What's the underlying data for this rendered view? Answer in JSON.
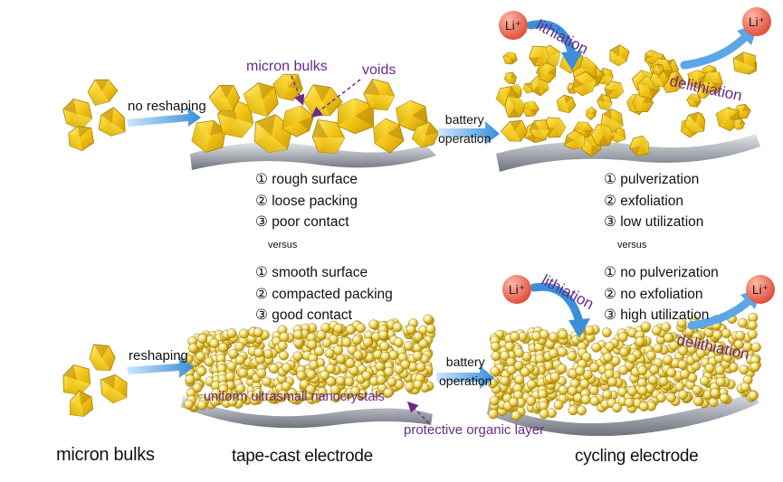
{
  "top_row": {
    "no_reshaping_label": "no reshaping",
    "micron_bulks_label": "micron bulks",
    "voids_label": "voids",
    "battery_operation_label": [
      "battery",
      "operation"
    ],
    "lithiation_label": "lithiation",
    "delithiation_label": "delithiation",
    "li_ion_label": "Li⁺"
  },
  "tape_cast_issues": {
    "items": [
      "① rough surface",
      "② loose packing",
      "③ poor contact"
    ],
    "versus": "versus",
    "improvements": [
      "① smooth surface",
      "② compacted packing",
      "③ good contact"
    ]
  },
  "cycling_issues": {
    "items": [
      "① pulverization",
      "② exfoliation",
      "③ low utilization"
    ],
    "versus": "versus",
    "improvements": [
      "① no pulverization",
      "② no exfoliation",
      "③ high utilization"
    ]
  },
  "bottom_row": {
    "reshaping_label": "reshaping",
    "battery_operation_label": [
      "battery",
      "operation"
    ],
    "nanocrystals_label": "uniform ultrasmall nanocrystals",
    "protective_layer_label": "protective organic layer",
    "lithiation_label": "lithiation",
    "delithiation_label": "delithiation",
    "li_ion_label": "Li⁺"
  },
  "column_titles": {
    "left": "micron bulks",
    "middle": "tape-cast electrode",
    "right": "cycling electrode"
  },
  "colors": {
    "crystal_gold": "#f5c518",
    "crystal_dark": "#c99a00",
    "arrow_blue": "#3a8fd8",
    "label_purple": "#6a2a86",
    "ion_red": "#e8604f",
    "substrate_grey": "#9a9ea6"
  }
}
